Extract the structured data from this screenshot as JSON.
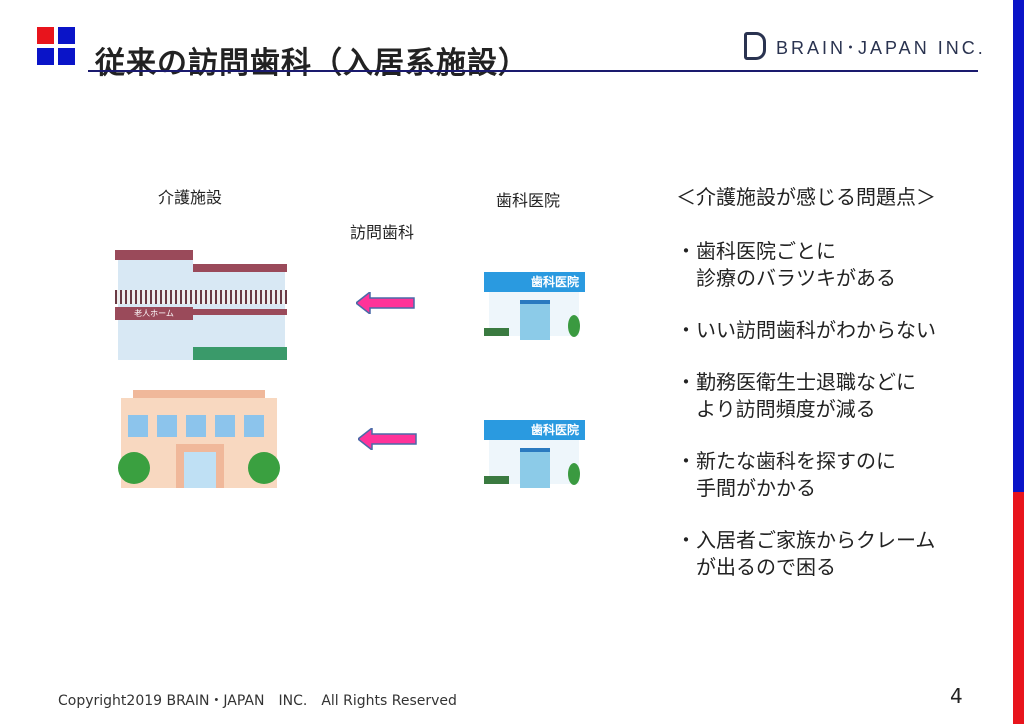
{
  "header": {
    "title": "従来の訪問歯科（入居系施設）",
    "brand": "BRAIN･JAPAN INC."
  },
  "diagram": {
    "facility_label": "介護施設",
    "clinic_label": "歯科医院",
    "visit_label": "訪問歯科",
    "nursing_home_sign": "老人ホーム",
    "clinic_sign": "歯科医院"
  },
  "issues": {
    "heading": "＜介護施設が感じる問題点＞",
    "items": [
      "・歯科医院ごとに\n　診療のバラツキがある",
      "・いい訪問歯科がわからない",
      "・勤務医衛生士退職などに\n　より訪問頻度が減る",
      "・新たな歯科を探すのに\n　手間がかかる",
      "・入居者ご家族からクレーム\n　が出るので困る"
    ]
  },
  "footer": {
    "copyright": "Copyright2019  BRAIN・JAPAN　INC.　All Rights Reserved",
    "page": "4"
  },
  "colors": {
    "red": "#e8141c",
    "blue": "#0a14c8",
    "navy": "#1a1a6e",
    "arrow": "#ff3399"
  }
}
